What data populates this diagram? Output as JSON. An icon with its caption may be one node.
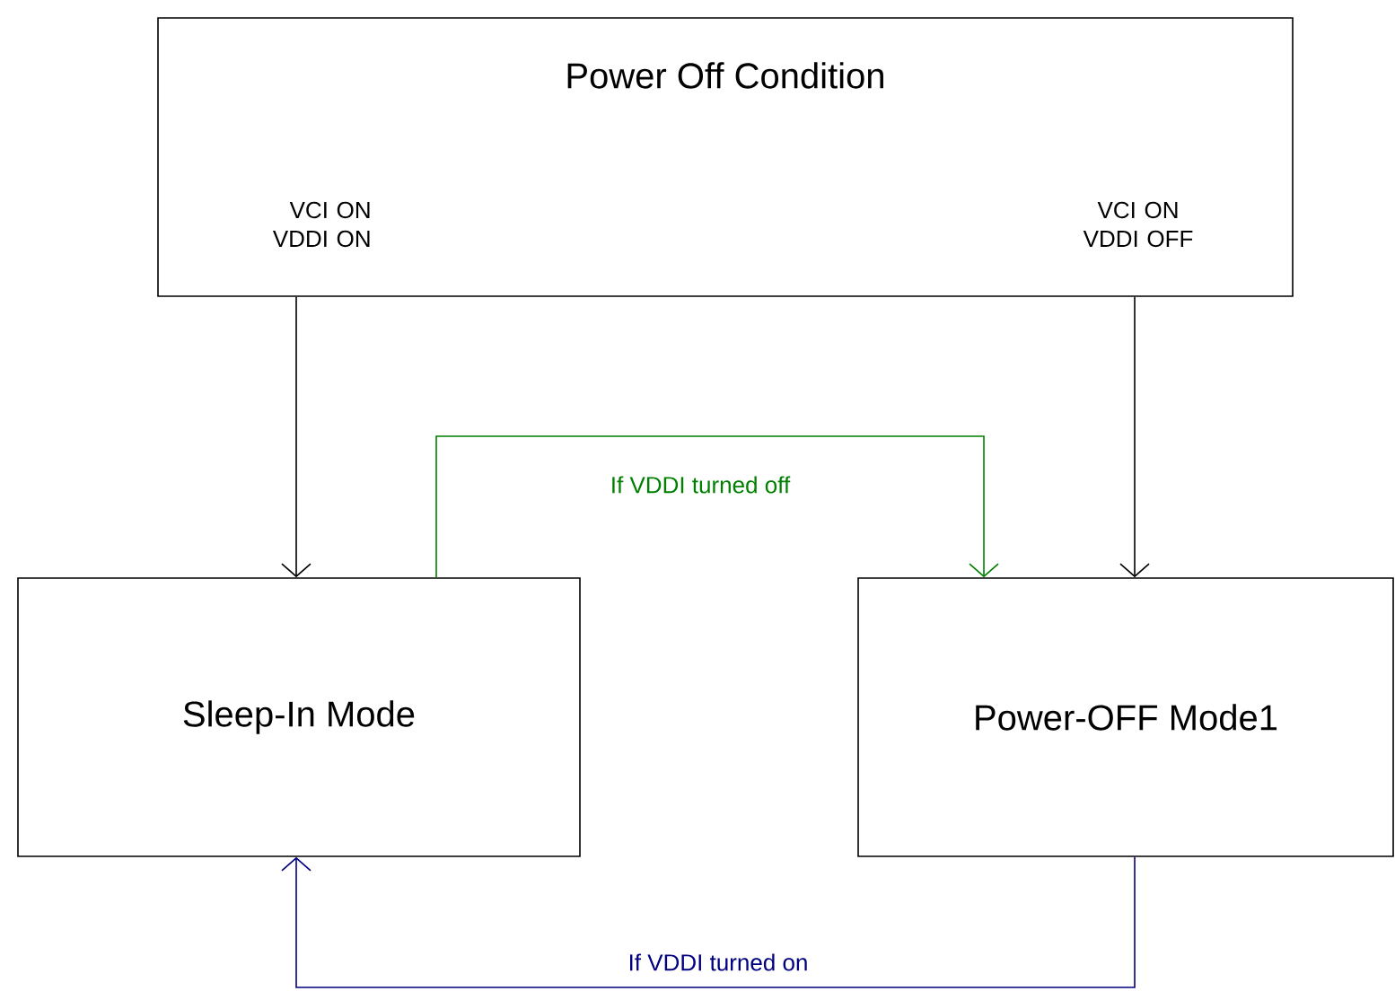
{
  "diagram": {
    "nodes": [
      {
        "text": [
          "Power Off Condition",
          "VCI ON VDDI ON",
          "VCI ON VDDI OFF"
        ]
      },
      {
        "text": [
          "Sleep-In Mode"
        ]
      },
      {
        "text": [
          "Power-OFF Mode1"
        ]
      }
    ],
    "edges": [
      {
        "from": 0,
        "to": 1,
        "arrow": "to"
      },
      {
        "from": 0,
        "to": 2,
        "arrow": "to"
      },
      {
        "from": 1,
        "to": 2,
        "arrow": "to",
        "label": "If VDDI turned off",
        "color": "#008000"
      },
      {
        "from": 2,
        "to": 1,
        "arrow": "to",
        "label": "If VDDI turned on",
        "color": "#000080"
      }
    ]
  }
}
